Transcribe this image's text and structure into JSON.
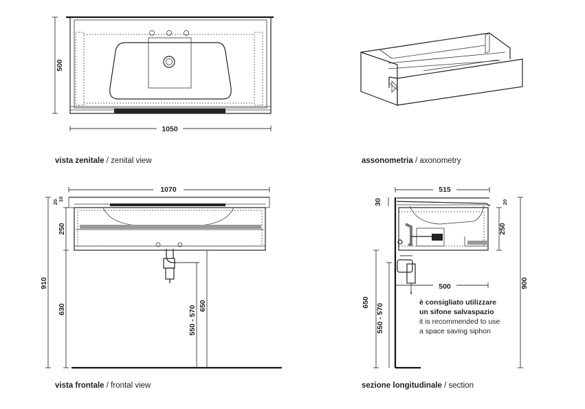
{
  "views": {
    "top": {
      "title": "vista zenitale",
      "subtitle": "/ zenital view",
      "dims": {
        "width": "1050",
        "depth": "500"
      }
    },
    "axo": {
      "title": "assonometria",
      "subtitle": "/ axonometry"
    },
    "front": {
      "title": "vista frontale",
      "subtitle": "/ frontal view",
      "dims": {
        "width": "1070",
        "d20": "20",
        "d10": "10",
        "d250": "250",
        "d910": "910",
        "d630": "630",
        "d550_570": "550 - 570",
        "d650": "650"
      }
    },
    "section": {
      "title": "sezione longitudinale",
      "subtitle": "/ section",
      "dims": {
        "width": "515",
        "d30": "30",
        "d20": "20",
        "d250": "250",
        "d900": "900",
        "d500": "500",
        "d650": "650",
        "d550_570": "550 - 570"
      },
      "note": {
        "it_line1": "è consigliato utilizzare",
        "it_line2": "un sifone salvaspazio",
        "en_line1": "it is recommended to use",
        "en_line2": "a space saving siphon"
      }
    }
  },
  "colors": {
    "line": "#222222",
    "background": "#ffffff",
    "accent_gray": "#9a9a9a"
  }
}
